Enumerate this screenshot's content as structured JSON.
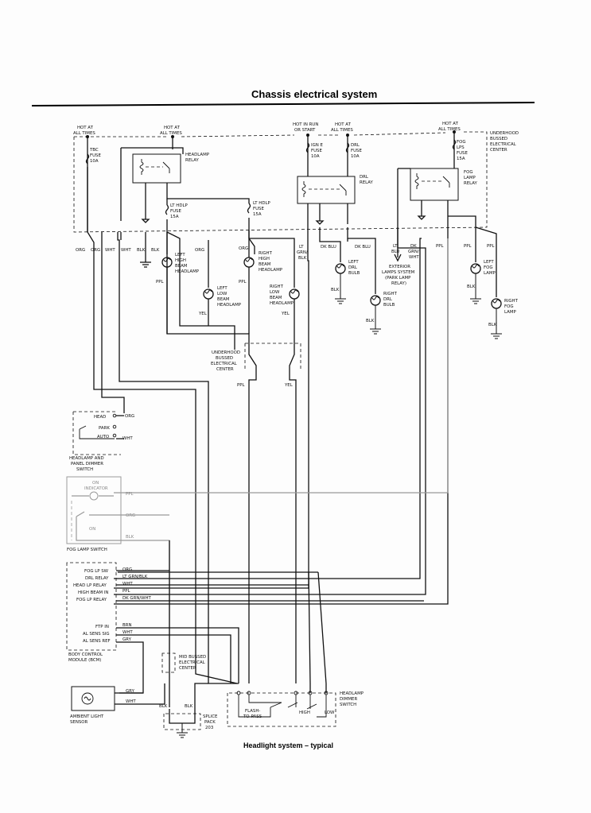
{
  "header": {
    "title": "Chassis electrical system"
  },
  "caption": "Headlight system – typical",
  "top": {
    "hot_at_all_times": [
      "HOT AT",
      "ALL TIMES"
    ],
    "hot_in_run_or_start": [
      "HOT IN RUN",
      "OR START"
    ],
    "underhood_center": [
      "UNDERHOOD",
      "BUSSED",
      "ELECTRICAL",
      "CENTER"
    ]
  },
  "fuses": {
    "tbc": [
      "TBC",
      "FUSE",
      "10A"
    ],
    "ign_e": [
      "IGN E",
      "FUSE",
      "10A"
    ],
    "drl": [
      "DRL",
      "FUSE",
      "10A"
    ],
    "fog": [
      "FOG",
      "LPS",
      "FUSE",
      "15A"
    ],
    "lt_hdlp": [
      "LT HDLP",
      "FUSE",
      "15A"
    ],
    "rt_hdlp": [
      "LT HDLP",
      "FUSE",
      "15A"
    ]
  },
  "relays": {
    "headlamp": [
      "HEADLAMP",
      "RELAY"
    ],
    "drl": [
      "DRL",
      "RELAY"
    ],
    "fog": [
      "FOG",
      "LAMP",
      "RELAY"
    ]
  },
  "wires": {
    "org": "ORG",
    "wht": "WHT",
    "blk": "BLK",
    "ppl": "PPL",
    "yel": "YEL",
    "dk_blu": "DK BLU",
    "lt_blu": [
      "LT",
      "BLU"
    ],
    "lt_grn_blk": [
      "LT",
      "GRN/",
      "BLK"
    ],
    "dk_grn_wht": [
      "DK",
      "GRN/",
      "WHT"
    ],
    "gry": "GRY",
    "brn": "BRN"
  },
  "lamps": {
    "left_high": [
      "LEFT",
      "HIGH",
      "BEAM",
      "HEADLAMP"
    ],
    "right_high": [
      "RIGHT",
      "HIGH",
      "BEAM",
      "HEADLAMP"
    ],
    "left_low": [
      "LEFT",
      "LOW",
      "BEAM",
      "HEADLAMP"
    ],
    "right_low": [
      "RIGHT",
      "LOW",
      "BEAM",
      "HEADLAMP"
    ],
    "left_drl": [
      "LEFT",
      "DRL",
      "BULB"
    ],
    "right_drl": [
      "RIGHT",
      "DRL",
      "BULB"
    ],
    "left_fog": [
      "LEFT",
      "FOG",
      "LAMP"
    ],
    "right_fog": [
      "RIGHT",
      "FOG",
      "LAMP"
    ],
    "exterior": [
      "EXTERIOR",
      "LAMPS SYSTEM",
      "(PARK LAMP",
      "RELAY)"
    ]
  },
  "underhood_mid": [
    "UNDERHOOD",
    "BUSSED",
    "ELECTRICAL",
    "CENTER"
  ],
  "headlamp_switch": {
    "positions": [
      "HEAD",
      "PARK",
      "AUTO"
    ],
    "name": [
      "HEADLAMP AND",
      "PANEL DIMMER",
      "SWITCH"
    ]
  },
  "fog_switch": {
    "on_indicator": [
      "ON",
      "INDICATOR"
    ],
    "on": "ON",
    "name": "FOG LAMP SWITCH"
  },
  "bcm": {
    "pins": [
      "FOG LP SW",
      "DRL RELAY",
      "HEAD LP RELAY",
      "HIGH BEAM IN",
      "FOG LP RELAY"
    ],
    "pins2": [
      "FTP IN",
      "AL SENS SIG",
      "AL SENS REF"
    ],
    "name": [
      "BODY CONTROL",
      "MODULE (BCM)"
    ],
    "wire_labels": [
      "ORG",
      "LT GRN/BLK",
      "WHT",
      "PPL",
      "DK GRN/WHT"
    ],
    "wire_labels2": [
      "BRN",
      "WHT",
      "GRY"
    ]
  },
  "ambient": {
    "name": [
      "AMBIENT LIGHT",
      "SENSOR"
    ],
    "wires": [
      "GRY",
      "WHT"
    ]
  },
  "mid_center": [
    "MID BUSSED",
    "ELECTRICAL",
    "CENTER"
  ],
  "splice": [
    "SPLICE",
    "PACK",
    "203"
  ],
  "dimmer": {
    "labels": [
      "FLASH-",
      "TO-PASS",
      "HIGH",
      "LOW"
    ],
    "name": [
      "HEADLAMP",
      "DIMMER",
      "SWITCH"
    ]
  }
}
